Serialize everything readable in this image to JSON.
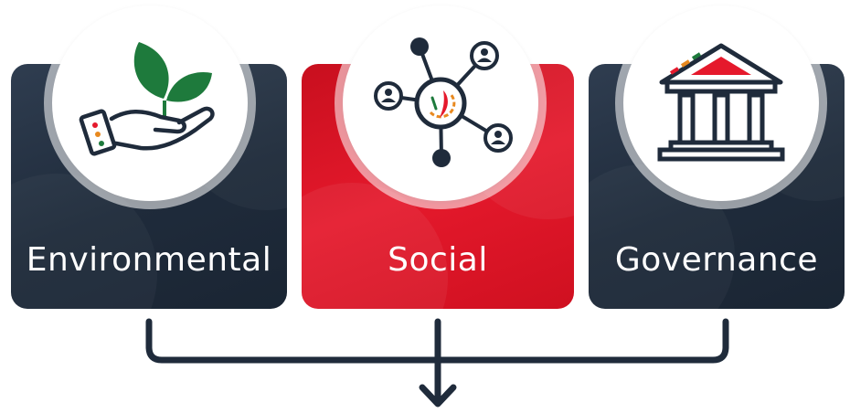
{
  "pillars": [
    {
      "label": "Environmental",
      "icon": "hand-plant-icon",
      "color": "#1f2b3b"
    },
    {
      "label": "Social",
      "icon": "network-people-icon",
      "color": "#e5192c"
    },
    {
      "label": "Governance",
      "icon": "bank-building-icon",
      "color": "#1f2b3b"
    }
  ],
  "colors": {
    "navy": "#1f2b3b",
    "red": "#e5192c",
    "green": "#1e7a3c",
    "orange": "#e8891f",
    "line": "#1f2b3b"
  },
  "connector": {
    "arrow": "down-arrow-icon"
  }
}
